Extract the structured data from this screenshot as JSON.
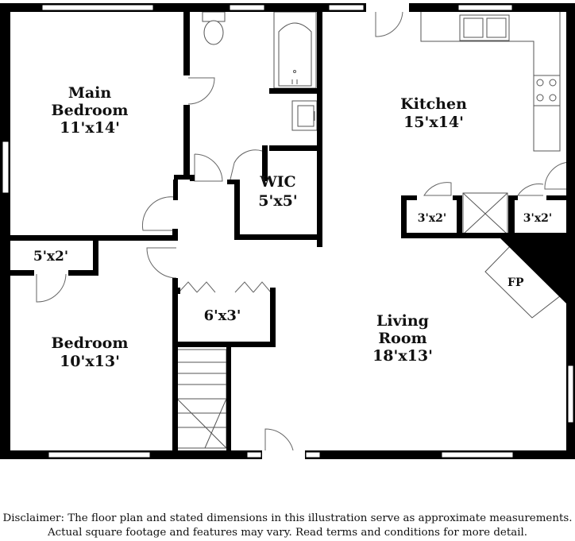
{
  "rooms": {
    "main_bedroom": {
      "name": "Main Bedroom",
      "name_line1": "Main",
      "name_line2": "Bedroom",
      "size": "11'x14'"
    },
    "kitchen": {
      "name": "Kitchen",
      "size": "15'x14'"
    },
    "wic": {
      "name": "WIC",
      "size": "5'x5'"
    },
    "closet_bedroom": {
      "size": "5'x2'"
    },
    "hall_closet": {
      "size": "6'x3'"
    },
    "pantry_left": {
      "size": "3'x2'"
    },
    "pantry_right": {
      "size": "3'x2'"
    },
    "bedroom": {
      "name": "Bedroom",
      "size": "10'x13'"
    },
    "living_room": {
      "name": "Living Room",
      "name_line1": "Living",
      "name_line2": "Room",
      "size": "18'x13'"
    },
    "fireplace": {
      "label": "FP"
    }
  },
  "disclaimer": {
    "line1": "Disclaimer: The floor plan and stated dimensions in this illustration serve as approximate measurements.",
    "line2": "Actual square footage and features may vary. Read terms and conditions for more detail."
  }
}
